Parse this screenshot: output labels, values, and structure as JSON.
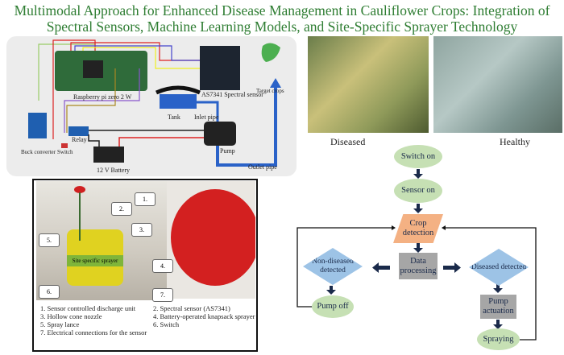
{
  "title": {
    "line1": "Multimodal Approach for Enhanced Disease Management in Cauliflower Crops: Integration of",
    "line2": "Spectral Sensors, Machine Learning Models, and Site-Specific Sprayer Technology"
  },
  "wiring": {
    "labels": {
      "pi": "Raspberry pi zero 2 W",
      "sensor": "AS7341 Spectral sensor",
      "target": "Target crops",
      "tank": "Tank",
      "inlet": "Inlet pipe",
      "relay": "Relay",
      "pump": "Pump",
      "buck": "Buck converter",
      "switch": "Switch",
      "battery": "12 V Battery",
      "outlet": "Outlet pipe"
    }
  },
  "photos": {
    "diseased": "Diseased",
    "healthy": "Healthy"
  },
  "flow": {
    "switch_on": "Switch on",
    "sensor_on": "Sensor on",
    "crop_detection": "Crop detection",
    "data_processing": "Data processing",
    "non_diseased": "Non-diseased detected",
    "diseased": "Diseased detected",
    "pump_off": "Pump off",
    "pump_actuation": "Pump actuation",
    "spraying": "Spraying"
  },
  "sprayer": {
    "photo_label": "Site specific sprayer",
    "numbers": [
      "1.",
      "2.",
      "3.",
      "4.",
      "5.",
      "6.",
      "7."
    ],
    "legend": [
      "1. Sensor controlled discharge unit",
      "2. Spectral sensor (AS7341)",
      "3. Hollow cone nozzle",
      "4. Battery-operated knapsack sprayer",
      "5. Spray lance",
      "6. Switch",
      "7. Electrical connections for the sensor"
    ]
  }
}
